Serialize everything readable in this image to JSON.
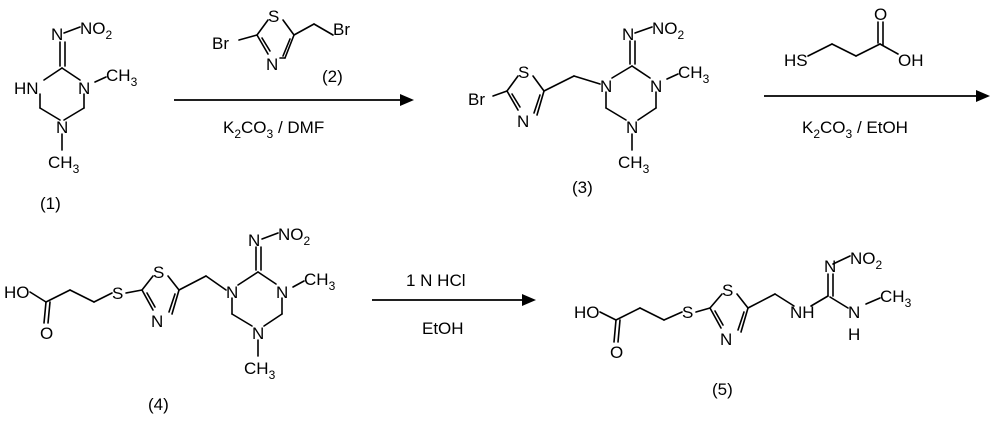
{
  "compounds": {
    "c1": {
      "label": "(1)"
    },
    "c2": {
      "label": "(2)"
    },
    "c3": {
      "label": "(3)"
    },
    "c4": {
      "label": "(4)"
    },
    "c5": {
      "label": "(5)"
    }
  },
  "reactions": {
    "r1": {
      "reagent_main": "K",
      "reagent_sub": "2",
      "reagent_rest": "CO",
      "reagent_sub2": "3",
      "reagent_tail": " / DMF"
    },
    "r2": {
      "reagent_main": "K",
      "reagent_sub": "2",
      "reagent_rest": "CO",
      "reagent_sub2": "3",
      "reagent_tail": " / EtOH"
    },
    "r3": {
      "above": "1 N  HCl",
      "below": "EtOH"
    }
  },
  "atoms": {
    "no2_n": "NO",
    "no2_sub": "2",
    "n": "N",
    "hn": "HN",
    "s": "S",
    "br": "Br",
    "ch": "CH",
    "ch_sub": "3",
    "o": "O",
    "ho": "HO",
    "hs": "HS",
    "oh": "OH",
    "nh": "NH",
    "h": "H"
  },
  "colors": {
    "ink": "#000000",
    "background": "#ffffff"
  }
}
